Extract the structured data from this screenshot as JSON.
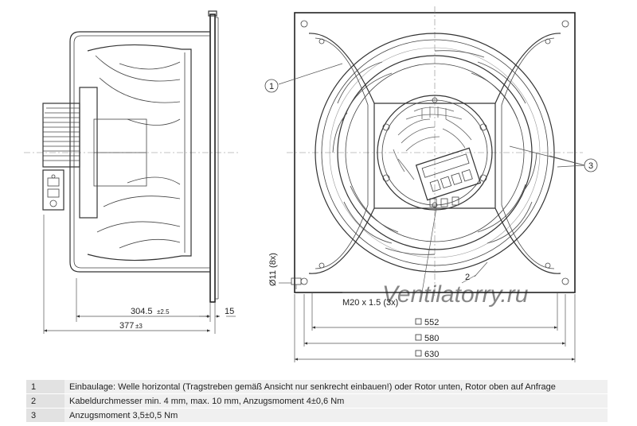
{
  "callouts": {
    "c1": "1",
    "c2": "2",
    "c3": "3"
  },
  "dimensions": {
    "d_304": "304.5",
    "d_304_tol": "±2.5",
    "d_377": "377",
    "d_377_tol": "±3",
    "d_15": "15",
    "hole": "Ø11 (8x)",
    "thread": "M20 x 1.5 (3x)",
    "sq552": "552",
    "sq580": "580",
    "sq630": "630"
  },
  "watermark": "Ventilatorry.ru",
  "notes": [
    {
      "num": "1",
      "text": "Einbaulage: Welle horizontal (Tragstreben gemäß Ansicht nur senkrecht einbauen!) oder Rotor unten, Rotor oben auf Anfrage"
    },
    {
      "num": "2",
      "text": "Kabeldurchmesser min. 4 mm, max. 10 mm, Anzugsmoment 4±0,6 Nm"
    },
    {
      "num": "3",
      "text": "Anzugsmoment 3,5±0,5 Nm"
    }
  ]
}
